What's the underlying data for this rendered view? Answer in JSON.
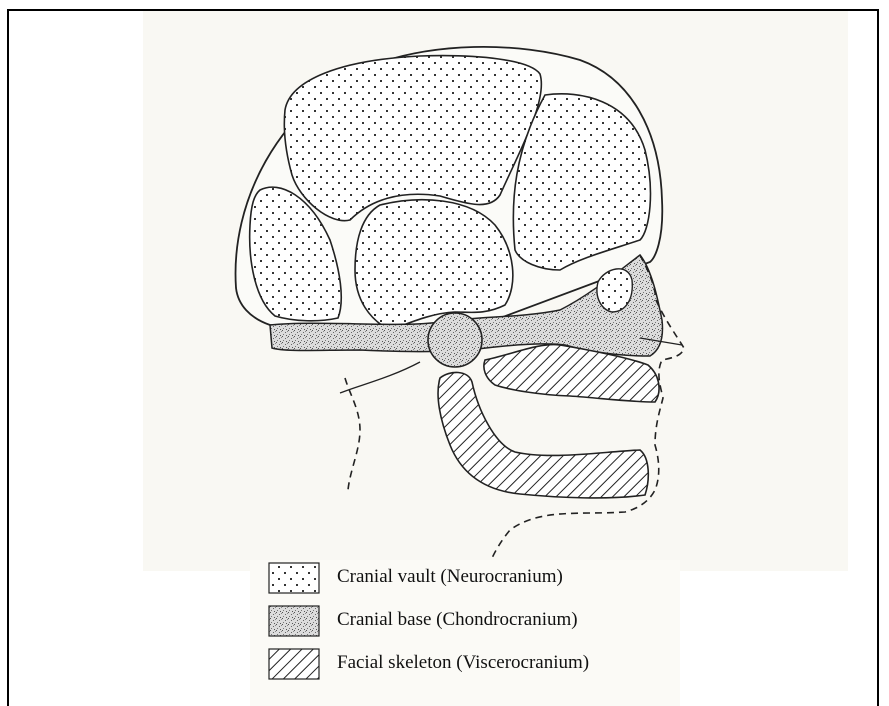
{
  "legend": {
    "items": [
      {
        "label": "Cranial vault (Neurocranium)",
        "pattern": "dots"
      },
      {
        "label": "Cranial base (Chondrocranium)",
        "pattern": "stipple"
      },
      {
        "label": "Facial skeleton (Viscerocranium)",
        "pattern": "hatch"
      }
    ]
  }
}
